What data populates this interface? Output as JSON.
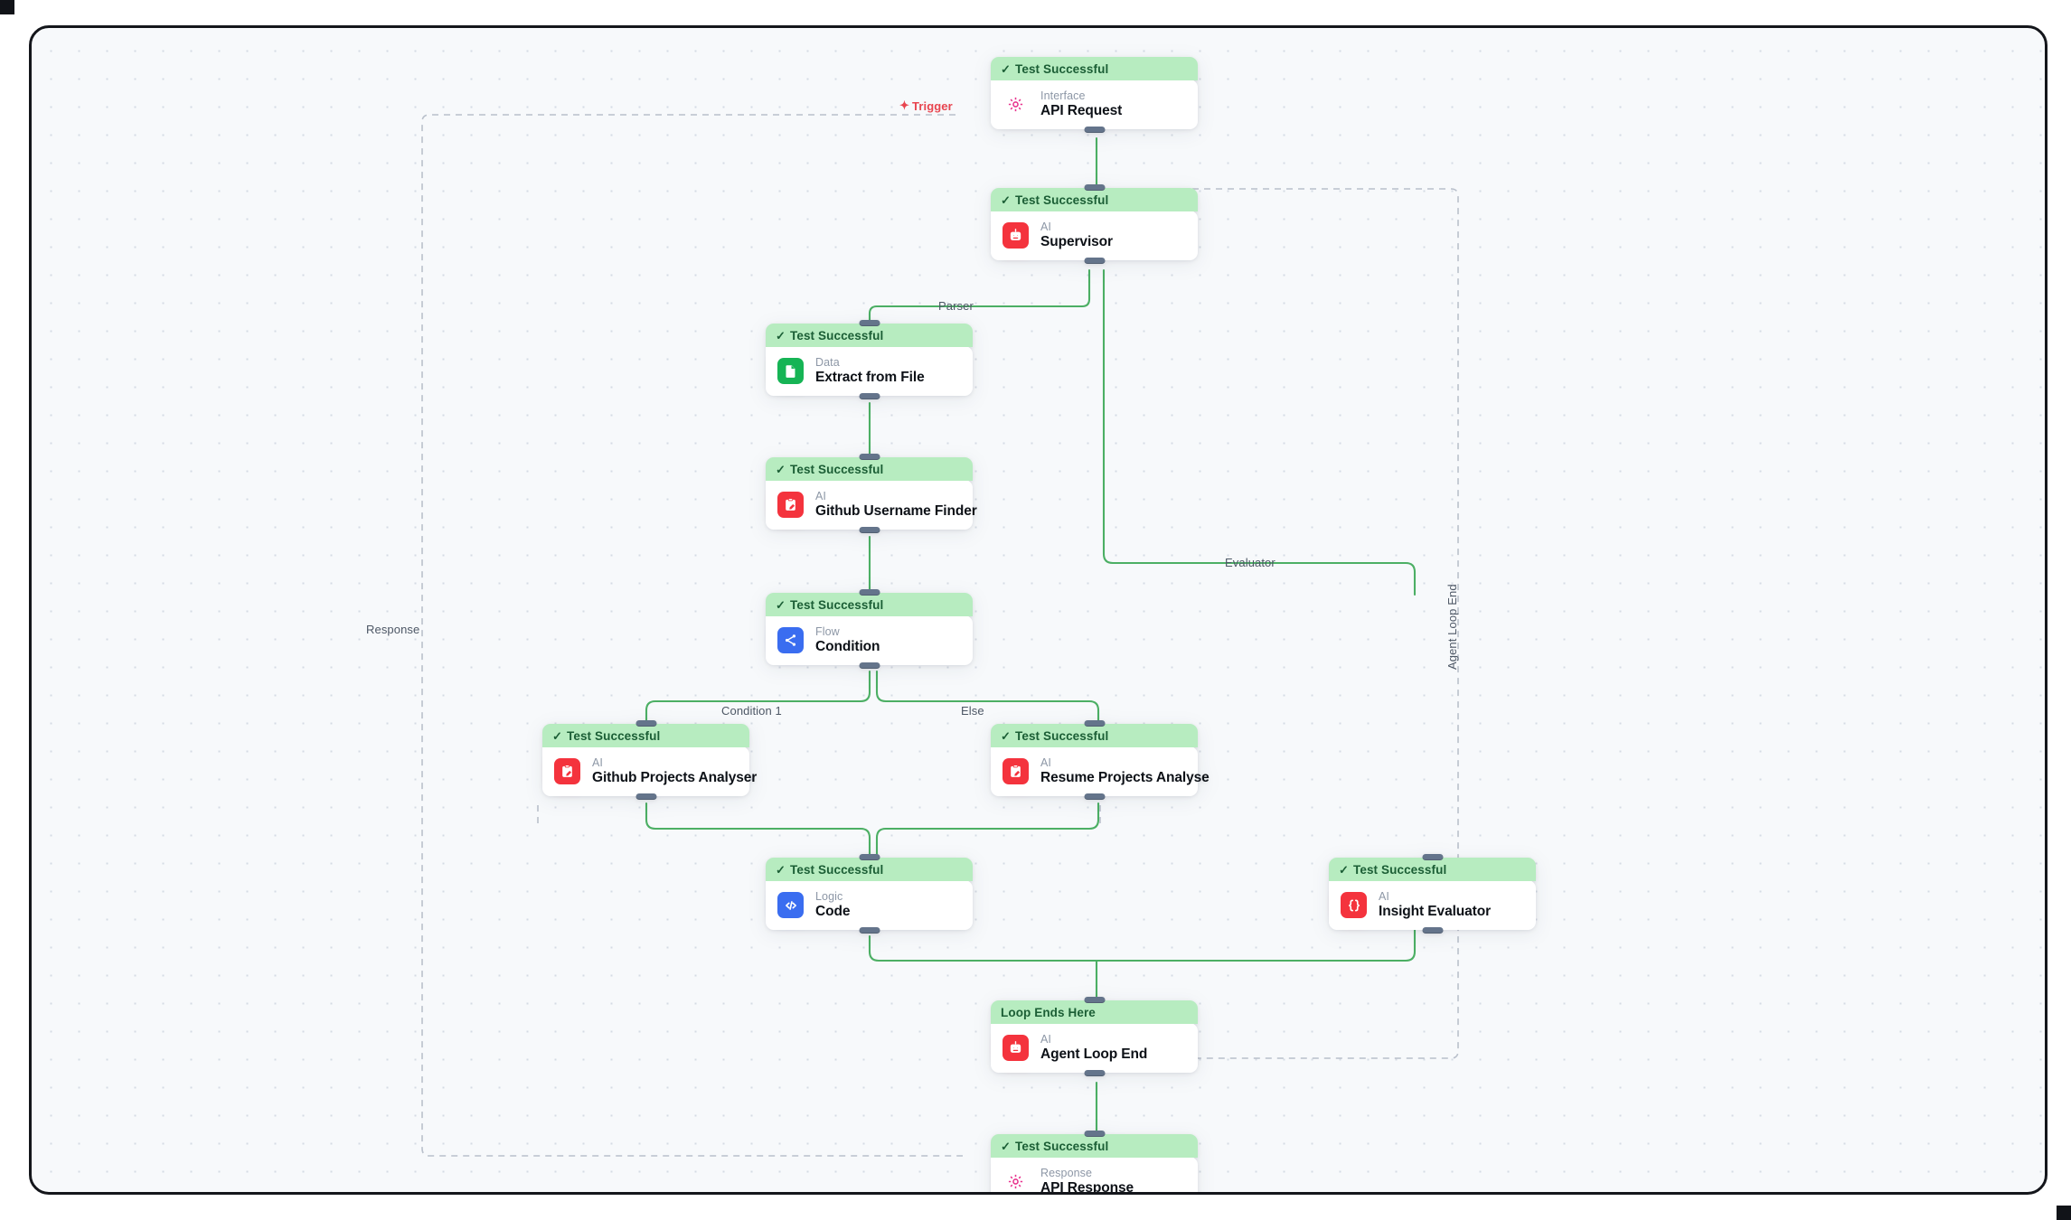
{
  "canvas": {
    "background_color": "#f7f9fb",
    "border_color": "#14161b",
    "grid_dot_color": "#cfd6e0"
  },
  "palette": {
    "status_bar_green": "#b7ecc0",
    "status_text_green": "#1b5e35",
    "edge_green": "#4caf64",
    "ai_icon_red": "#f4333d",
    "data_icon_green": "#16b455",
    "flow_icon_blue": "#3a6df0",
    "interface_icon_pink": "#e8368f",
    "trigger_label_red": "#e8454f",
    "handle_slate": "#64748b"
  },
  "nodes": [
    {
      "id": "api-request",
      "status": "Test Successful",
      "has_tick": true,
      "kind": "Interface",
      "title": "API Request",
      "icon": "gear-flower-icon",
      "icon_color": "pink"
    },
    {
      "id": "supervisor",
      "status": "Test Successful",
      "has_tick": true,
      "kind": "AI",
      "title": "Supervisor",
      "icon": "robot-icon",
      "icon_color": "red"
    },
    {
      "id": "extract-from-file",
      "status": "Test Successful",
      "has_tick": true,
      "kind": "Data",
      "title": "Extract from File",
      "icon": "document-icon",
      "icon_color": "green"
    },
    {
      "id": "github-username-finder",
      "status": "Test Successful",
      "has_tick": true,
      "kind": "AI",
      "title": "Github Username Finder",
      "icon": "clipboard-pencil-icon",
      "icon_color": "red"
    },
    {
      "id": "condition",
      "status": "Test Successful",
      "has_tick": true,
      "kind": "Flow",
      "title": "Condition",
      "icon": "branch-share-icon",
      "icon_color": "blue"
    },
    {
      "id": "github-projects-analyser",
      "status": "Test Successful",
      "has_tick": true,
      "kind": "AI",
      "title": "Github Projects Analyser",
      "icon": "clipboard-pencil-icon",
      "icon_color": "red"
    },
    {
      "id": "resume-projects-analyse",
      "status": "Test Successful",
      "has_tick": true,
      "kind": "AI",
      "title": "Resume Projects Analyse",
      "icon": "clipboard-pencil-icon",
      "icon_color": "red"
    },
    {
      "id": "code",
      "status": "Test Successful",
      "has_tick": true,
      "kind": "Logic",
      "title": "Code",
      "icon": "code-brackets-icon",
      "icon_color": "blue"
    },
    {
      "id": "insight-evaluator",
      "status": "Test Successful",
      "has_tick": true,
      "kind": "AI",
      "title": "Insight Evaluator",
      "icon": "curly-braces-icon",
      "icon_color": "red"
    },
    {
      "id": "agent-loop-end",
      "status": "Loop Ends Here",
      "has_tick": false,
      "kind": "AI",
      "title": "Agent Loop End",
      "icon": "robot-icon",
      "icon_color": "red"
    },
    {
      "id": "api-response",
      "status": "Test Successful",
      "has_tick": true,
      "kind": "Response",
      "title": "API Response",
      "icon": "gear-flower-icon",
      "icon_color": "pink"
    }
  ],
  "edge_labels": {
    "trigger": "Trigger",
    "parser": "Parser",
    "evaluator": "Evaluator",
    "response": "Response",
    "condition_1": "Condition 1",
    "else": "Else",
    "agent_loop_end": "Agent Loop End"
  },
  "status_labels": {
    "test_successful": "Test Successful",
    "loop_ends_here": "Loop Ends Here",
    "tick": "✓"
  }
}
